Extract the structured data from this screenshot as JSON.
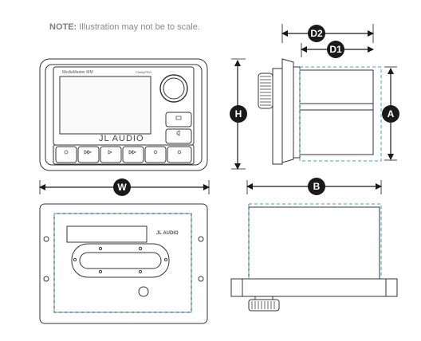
{
  "note": {
    "prefix": "NOTE:",
    "text": " Illustration may not be to scale."
  },
  "labels": {
    "d2": "D2",
    "d1": "D1",
    "h": "H",
    "a": "A",
    "w": "W",
    "b": "B"
  },
  "unit": {
    "model_name": "MediaMaster MM",
    "brand": "JL AUDIO",
    "brand_rear": "JL AUDIO",
    "screen_top_right": "ClarityPRO"
  },
  "colors": {
    "outline": "#333333",
    "dashed_cutout": "#3aa3c8",
    "label_bg": "#1a1a1a"
  }
}
